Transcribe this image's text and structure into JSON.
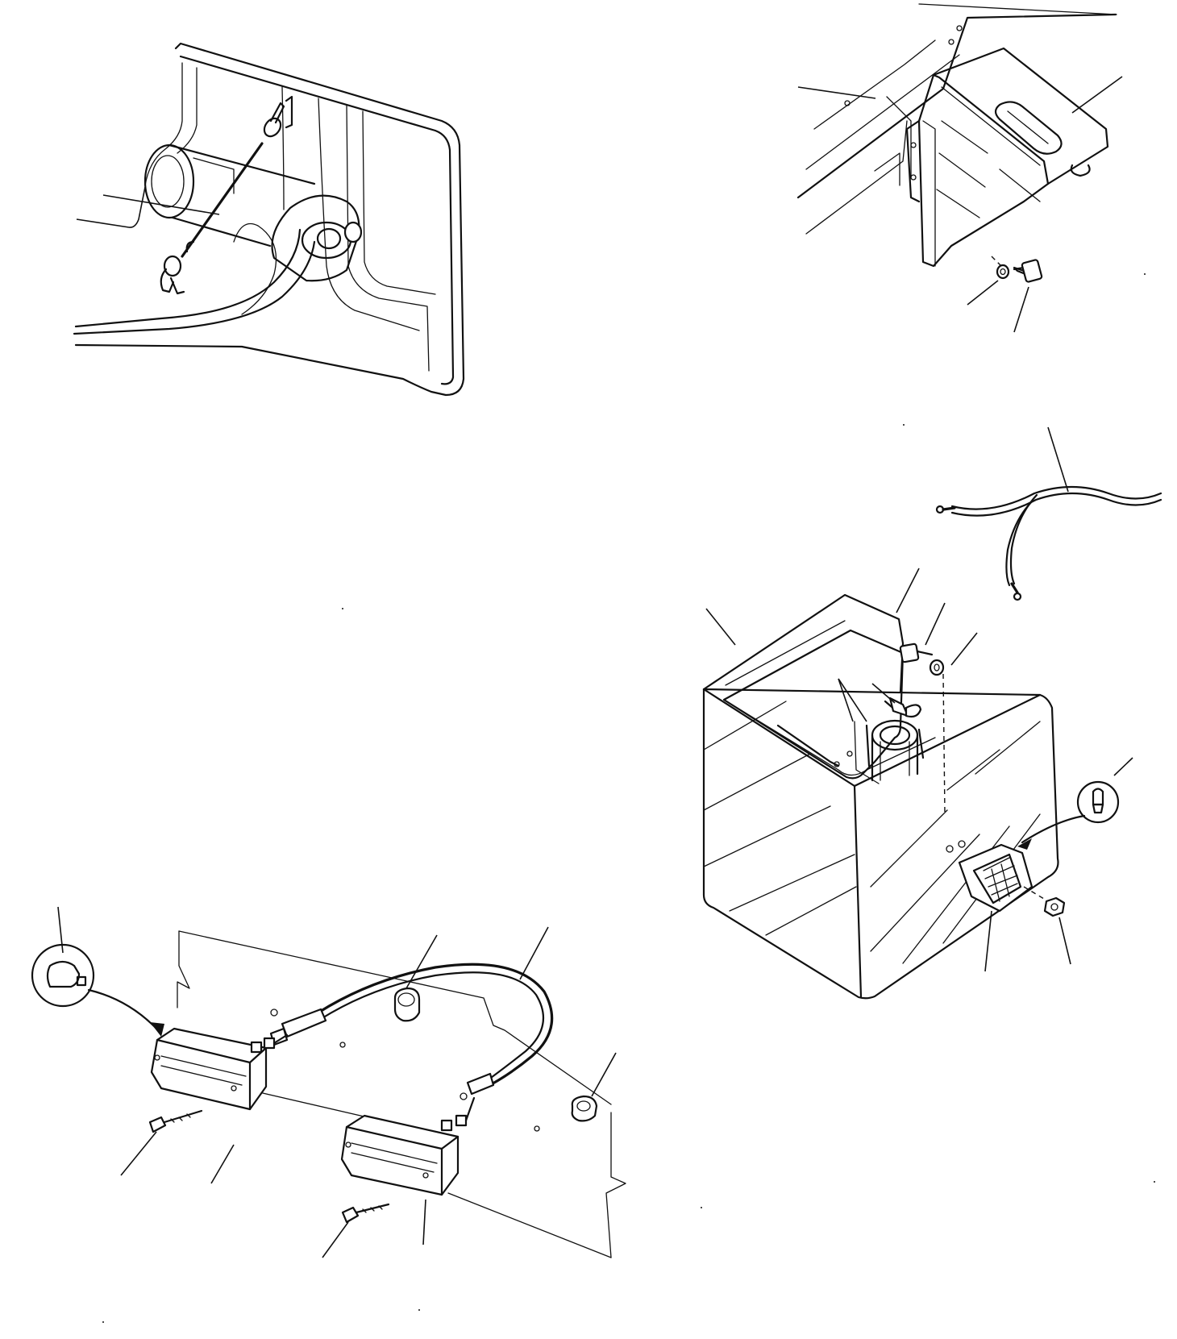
{
  "figure": {
    "panels": [
      {
        "id": "top-left",
        "subject": "pivot-bracket-with-safety-cable"
      },
      {
        "id": "top-right",
        "subject": "mounting-bracket-on-frame"
      },
      {
        "id": "right-middle",
        "subject": "wiring-harness"
      },
      {
        "id": "right-bottom",
        "subject": "box-housing-with-side-lamp"
      },
      {
        "id": "bottom-left",
        "subject": "lamp-pair-with-harness"
      }
    ],
    "icons": [
      "bulb-icon",
      "bolt-icon",
      "washer-icon",
      "nut-icon",
      "screw-icon",
      "wing-bolt-icon",
      "lamp-icon",
      "spacer-icon"
    ]
  }
}
